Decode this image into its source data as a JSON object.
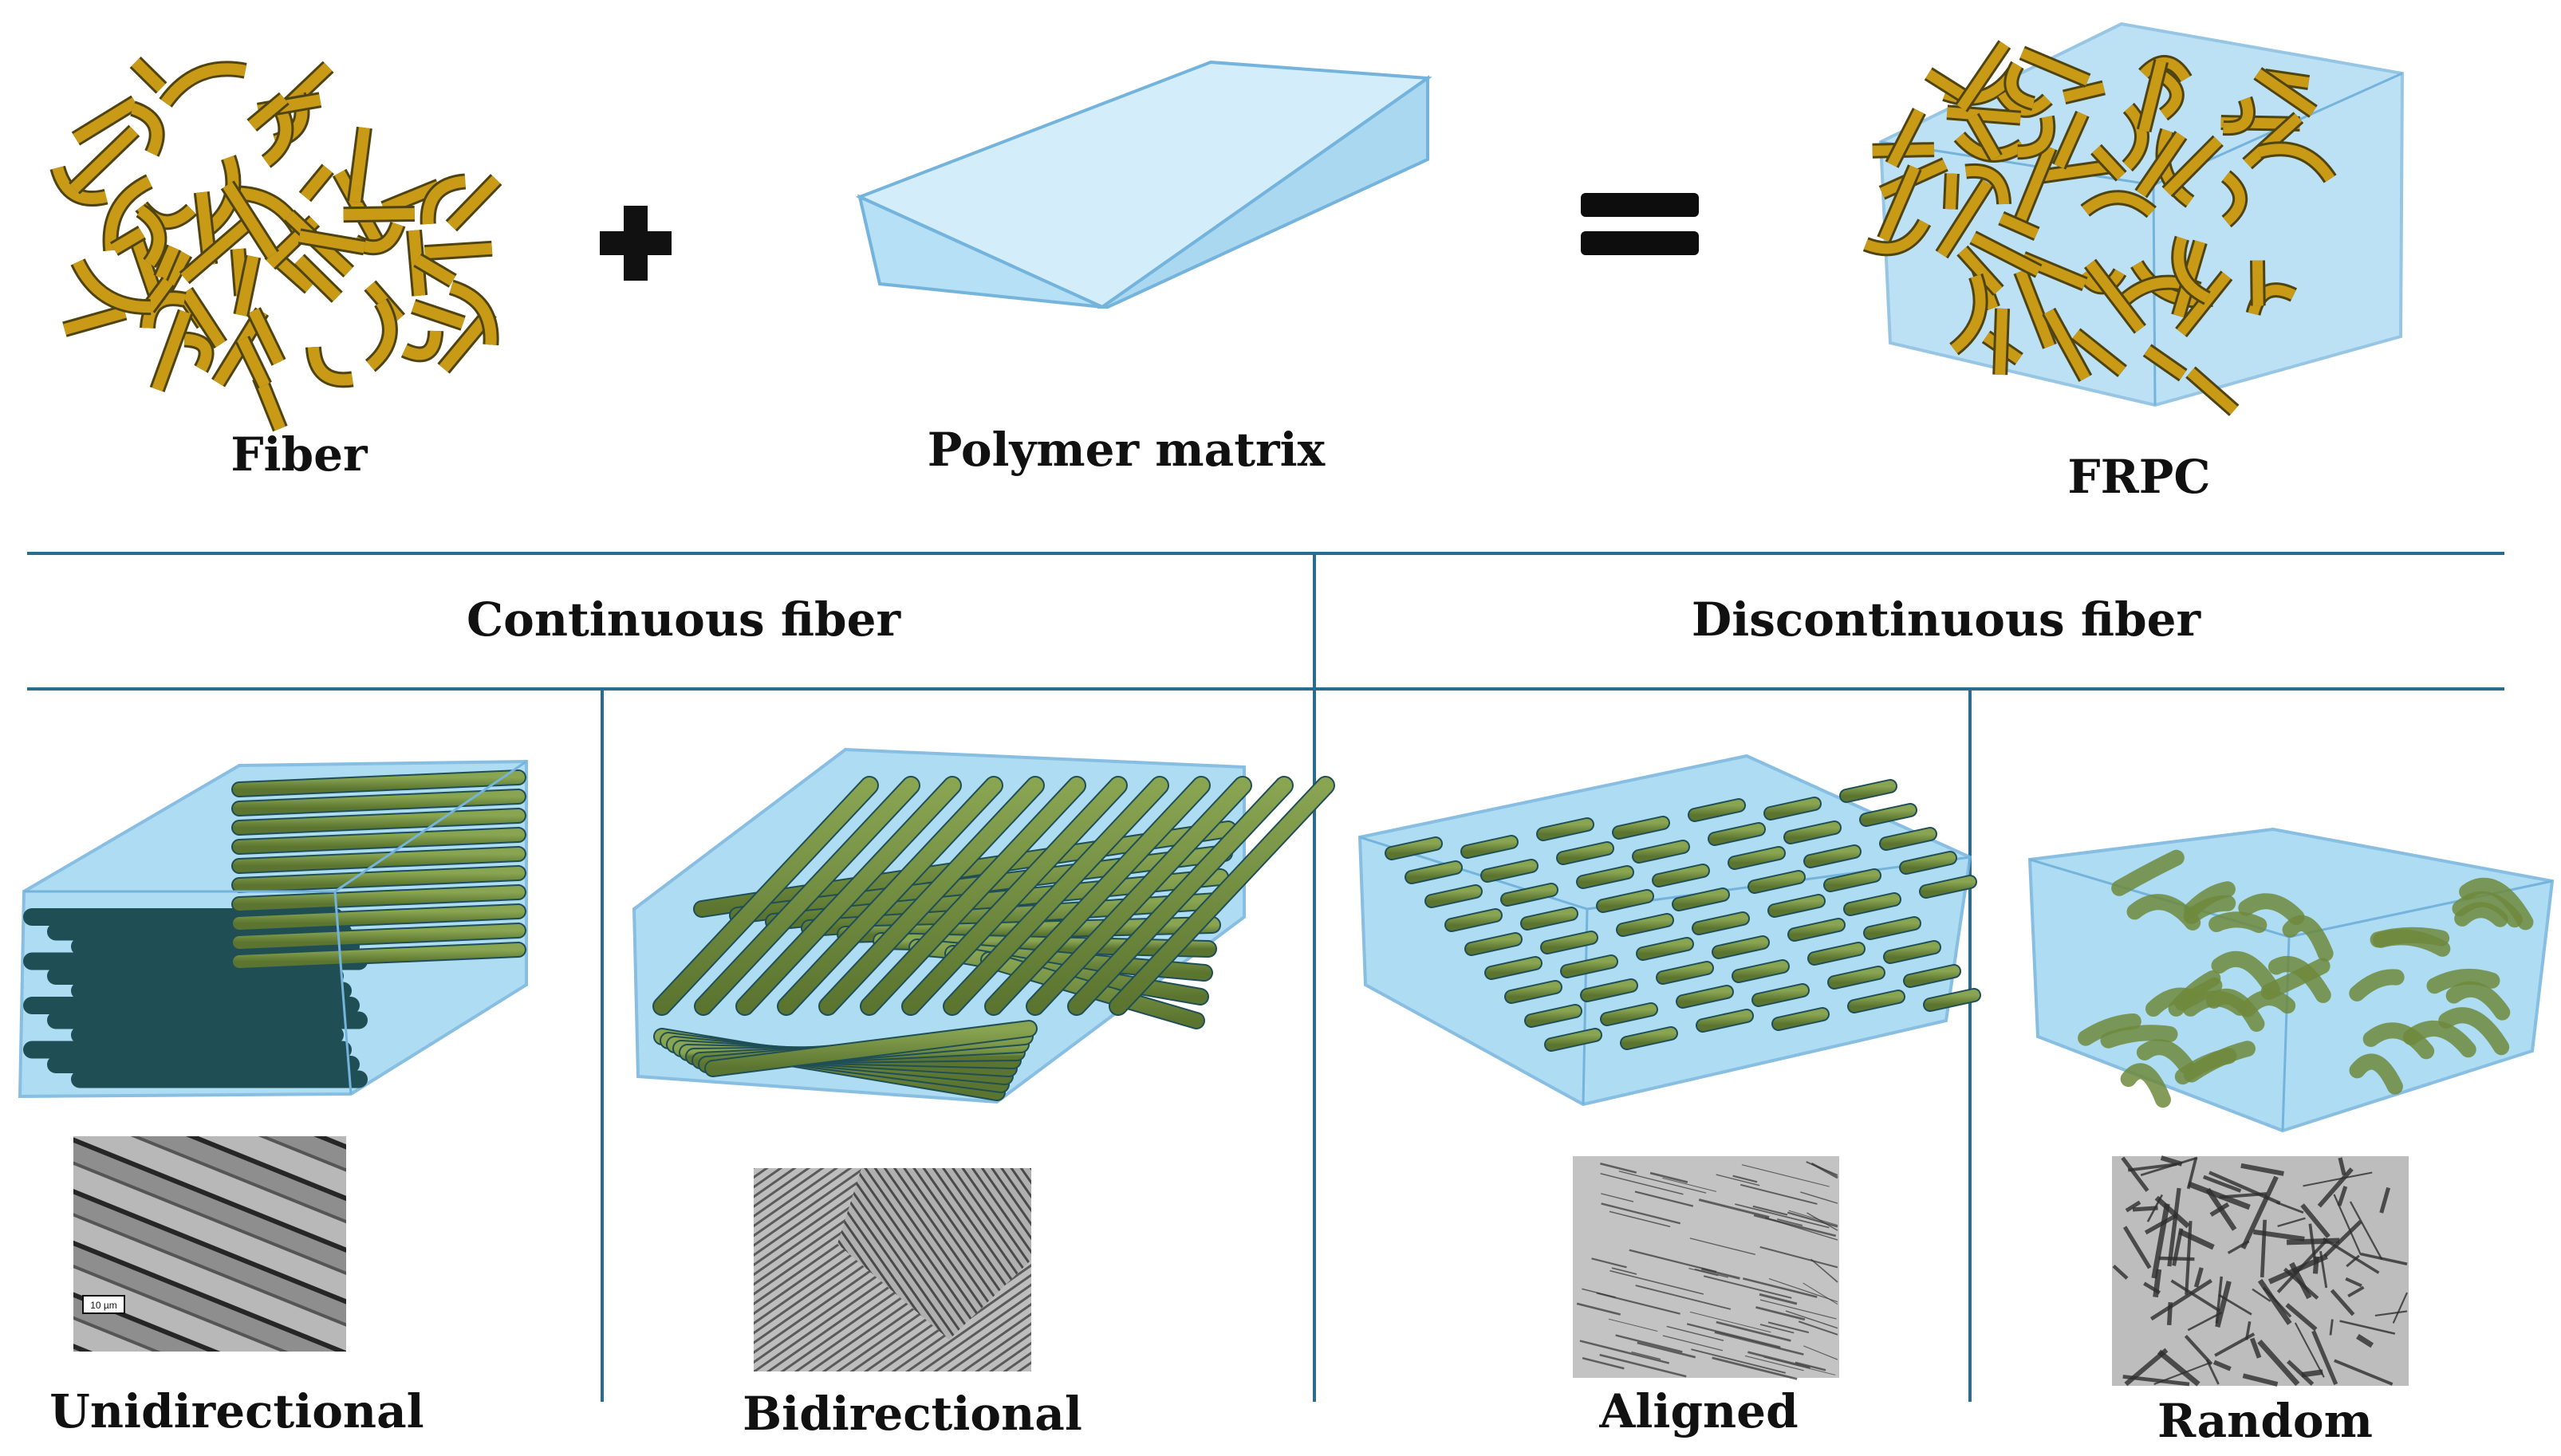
{
  "colors": {
    "fiber_fill": "#c89a16",
    "fiber_edge": "#4f4410",
    "matrix_fill": "#bfe5f6",
    "matrix_edge": "#74b3dc",
    "box_fill": "#9fd6f2",
    "rod_fill": "#6f8a3c",
    "rod_edge": "#1f4f55",
    "divider": "#2b6c8e",
    "sem_dark": "#3b3b3b",
    "sem_light": "#c9c9c9"
  },
  "top": {
    "fiber_label": "Fiber",
    "plus_symbol": "+",
    "matrix_label": "Polymer matrix",
    "equals_symbol": "=",
    "composite_label": "FRPC"
  },
  "categories": {
    "continuous": "Continuous fiber",
    "discontinuous": "Discontinuous fiber"
  },
  "types": {
    "unidirectional": "Unidirectional",
    "bidirectional": "Bidirectional",
    "aligned": "Aligned",
    "random": "Random"
  },
  "micrographs": {
    "unidirectional_scale": "10 µm"
  },
  "icons": [
    "fiber-bundle-icon",
    "plus-icon",
    "matrix-block-icon",
    "equals-icon",
    "composite-block-icon"
  ]
}
